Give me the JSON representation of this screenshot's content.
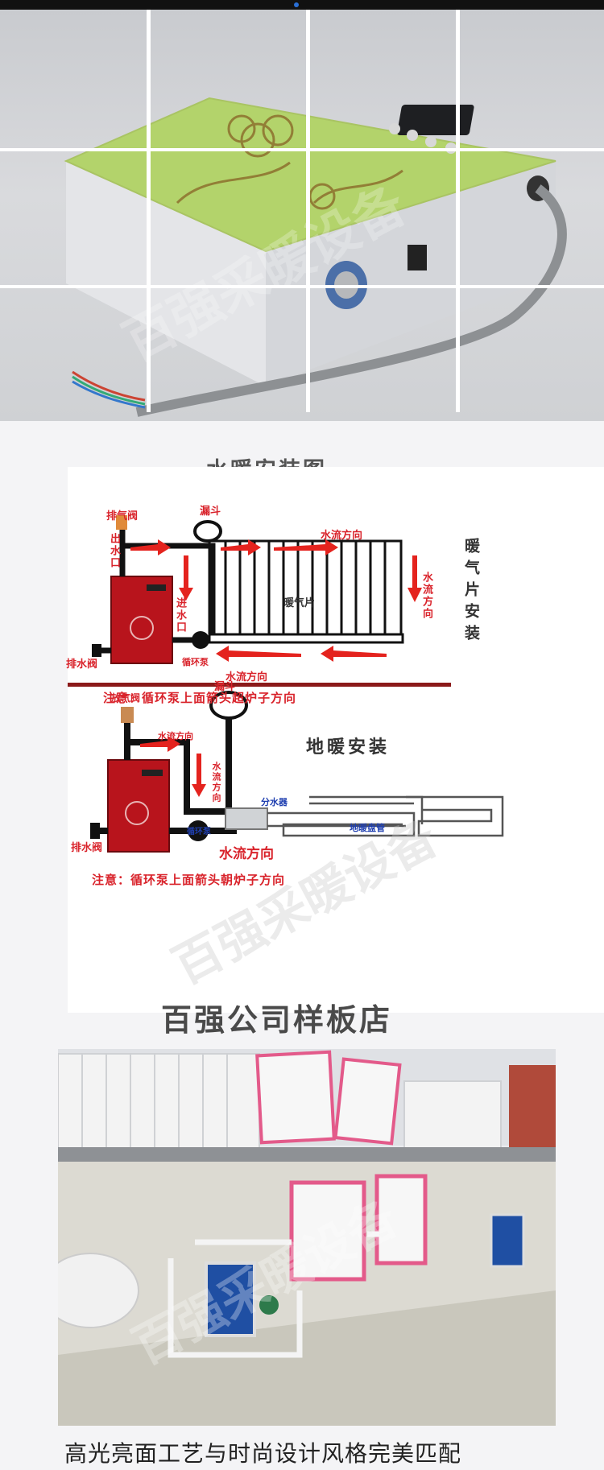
{
  "diagram": {
    "title": "水暖安装图",
    "radiator": {
      "vent_valve": "排气阀",
      "funnel": "漏斗",
      "flow_dir_top": "水流方向",
      "outlet": "出水口",
      "inlet": "进水口",
      "radiator_label": "暖气片",
      "flow_dir_right": "水流方向",
      "drain_valve": "排水阀",
      "pump": "循环泵",
      "flow_dir_bottom": "水流方向",
      "side_title": "暖气片安装",
      "note": "注意：循环泵上面箭头超炉子方向"
    },
    "floor": {
      "vent_valve": "放气阀",
      "funnel": "漏斗",
      "flow_dir_top": "水流方向",
      "flow_dir_vertical": "水流方向",
      "title": "地暖安装",
      "manifold": "分水器",
      "pipe": "地暖盘管",
      "pump": "循环泵",
      "drain_valve": "排水阀",
      "flow_dir_bottom": "水流方向",
      "note": "注意：循环泵上面箭头朝炉子方向"
    }
  },
  "store_title": "百强公司样板店",
  "caption": "高光亮面工艺与时尚设计风格完美匹配",
  "colors": {
    "accent_red": "#d9232b",
    "boiler_red": "#b8141c",
    "panel_green": "#b3d36b"
  }
}
